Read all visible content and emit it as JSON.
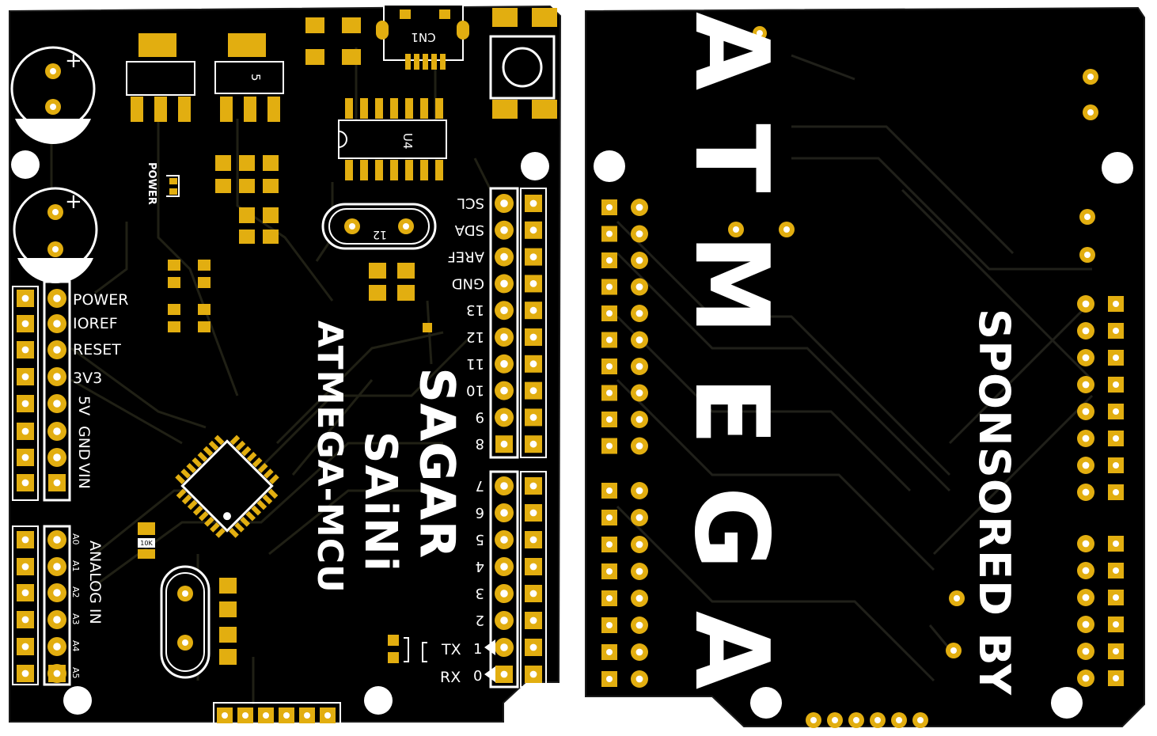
{
  "colors": {
    "board": "#000000",
    "trace": "#1a1a10",
    "pad": "#e2ae10",
    "silkscreen": "#ffffff",
    "background": "#ffffff"
  },
  "front": {
    "components": {
      "connector": "CN1",
      "regulator": "5",
      "ic": "U4",
      "crystal": "12",
      "resistor": "10K"
    },
    "labels": {
      "power_led": "POWER"
    },
    "power_header": [
      "POWER",
      "IOREF",
      "RESET",
      "3V3",
      "5V",
      "GND",
      "VIN"
    ],
    "analog_header": {
      "title": "ANALOG IN",
      "pins": [
        "A0",
        "A1",
        "A2",
        "A3",
        "A4",
        "A5"
      ]
    },
    "digital_header_top": [
      "SCL",
      "SDA",
      "AREF",
      "GND",
      "13",
      "12",
      "11",
      "10",
      "9",
      "8"
    ],
    "digital_header_bottom": [
      "7",
      "6",
      "5",
      "4",
      "3",
      "2",
      "1",
      "0"
    ],
    "tx_label": "TX",
    "rx_label": "RX",
    "logo": {
      "line1": "SAGAR",
      "line2": "SAiNi",
      "board_name": "ATMEGA-MCU"
    }
  },
  "back": {
    "logo": "ATMEGA",
    "sponsor": "SPONSORED BY"
  }
}
